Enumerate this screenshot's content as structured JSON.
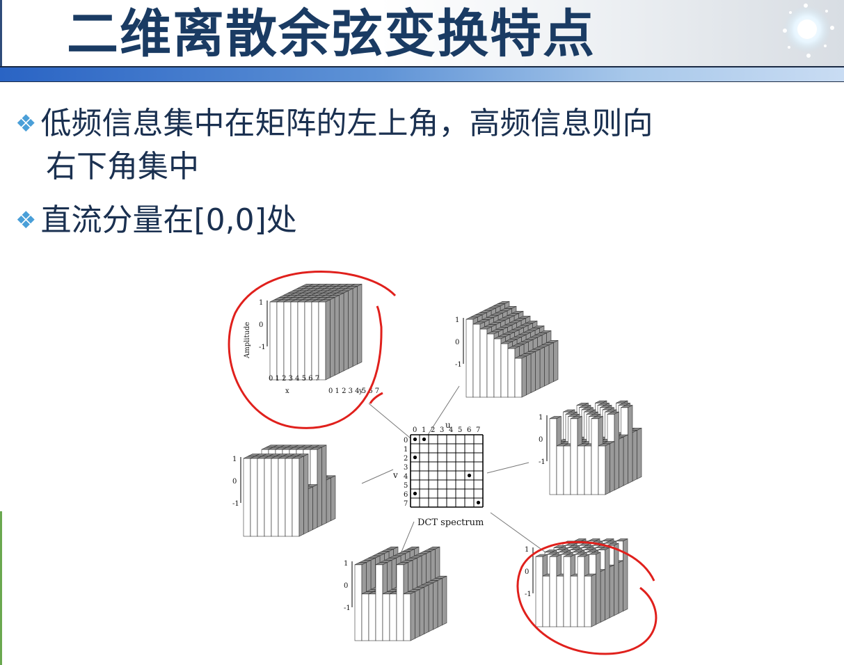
{
  "slide": {
    "title": "二维离散余弦变换特点",
    "bullets": [
      {
        "line1": "低频信息集中在矩阵的左上角，高频信息则向",
        "line2": "右下角集中"
      },
      {
        "line1": "直流分量在[0,0]处"
      }
    ]
  },
  "figure": {
    "grid_axis_u": "u",
    "grid_axis_v": "v",
    "grid_ticks": [
      "0",
      "1",
      "2",
      "3",
      "4",
      "5",
      "6",
      "7"
    ],
    "grid_caption": "DCT spectrum",
    "plot_axis_amplitude": "Amplitude",
    "plot_axis_x": "x",
    "plot_axis_y": "y",
    "plot_ticks_vertical": [
      "1",
      "0",
      "-1"
    ],
    "highlighted_cells": [
      [
        0,
        0
      ],
      [
        1,
        0
      ],
      [
        0,
        2
      ],
      [
        6,
        4
      ],
      [
        0,
        6
      ],
      [
        7,
        7
      ]
    ],
    "annotation_color": "#e0201c",
    "bar_top_color": "#8a8a8a",
    "bar_face_color": "#ffffff"
  }
}
